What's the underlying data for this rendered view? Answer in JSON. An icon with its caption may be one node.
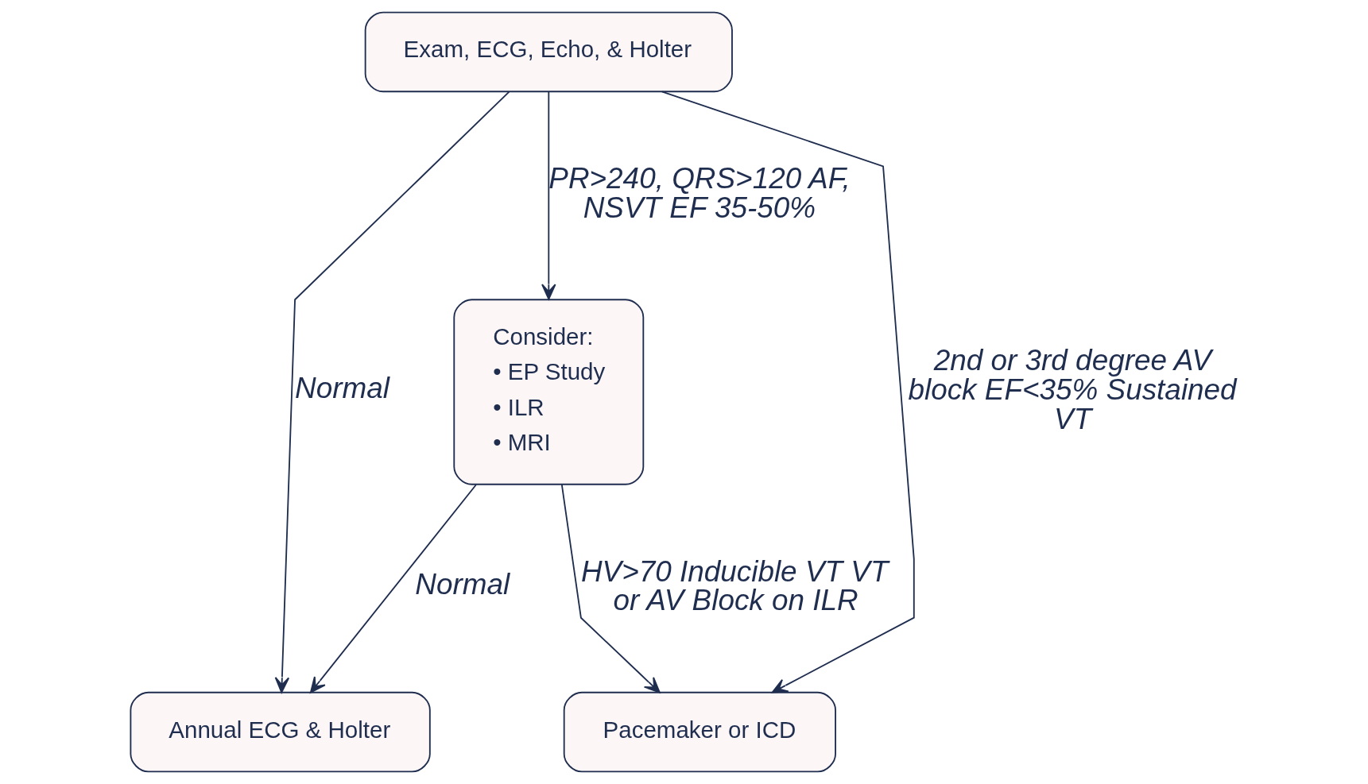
{
  "diagram": {
    "nodes": [
      {
        "text": [
          "Exam, ECG, Echo, & Holter"
        ]
      },
      {
        "text": [
          "Consider:",
          "• EP Study",
          "• ILR",
          "• MRI"
        ]
      },
      {
        "text": [
          "Annual ECG & Holter"
        ]
      },
      {
        "text": [
          "Pacemaker or ICD"
        ]
      }
    ],
    "edges": [
      {
        "from": 0,
        "to": 2,
        "arrow": "to",
        "label": "Normal"
      },
      {
        "from": 0,
        "to": 1,
        "arrow": "to",
        "label": "PR>240, QRS>120 AF, NSVT EF 35-50%"
      },
      {
        "from": 0,
        "to": 3,
        "arrow": "to",
        "label": "2nd or 3rd degree AV block EF<35% Sustained VT"
      },
      {
        "from": 1,
        "to": 2,
        "arrow": "to",
        "label": "Normal"
      },
      {
        "from": 1,
        "to": 3,
        "arrow": "to",
        "label": "HV>70 Inducible VT VT or AV Block on ILR"
      }
    ]
  }
}
